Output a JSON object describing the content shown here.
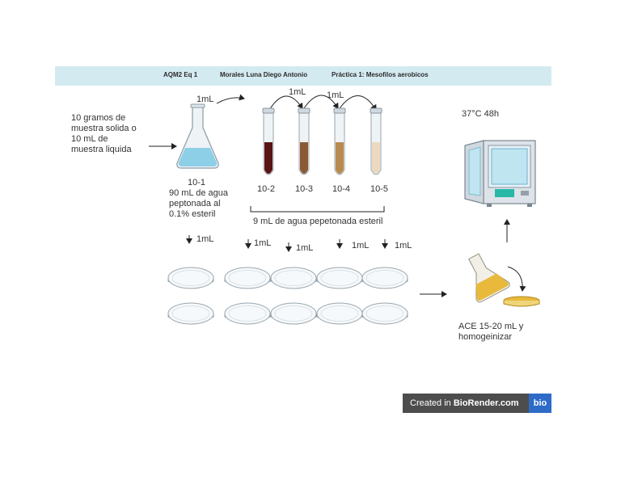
{
  "header": {
    "team": "AQM2 Eq 1",
    "author": "Morales Luna Diego Antonio",
    "practice": "Práctica 1: Mesofilos aerobicos"
  },
  "sample": {
    "line1": "10 gramos de",
    "line2": "muestra solida o",
    "line3": "10 mL de",
    "line4": "muestra liquida"
  },
  "flask": {
    "dilution": "10-1",
    "line1": "90 mL de agua",
    "line2": "peptonada al",
    "line3": "0.1% esteril"
  },
  "transfers": {
    "flask_to_tube": "1mL",
    "tube_2_3": "1mL",
    "tube_3_4": "1mL"
  },
  "tubes": [
    {
      "label": "10-2",
      "color": "#5a1414"
    },
    {
      "label": "10-3",
      "color": "#8b5a35"
    },
    {
      "label": "10-4",
      "color": "#b98a4e"
    },
    {
      "label": "10-5",
      "color": "#ecd9c0"
    }
  ],
  "tube_medium": "9 mL de agua pepetonada esteril",
  "plate_volumes": [
    "1mL",
    "1mL",
    "1mL",
    "1mL",
    "1mL"
  ],
  "incubation": "37°C 48h",
  "agar": {
    "line1": "ACE 15-20 mL  y",
    "line2": "homogeinizar"
  },
  "colors": {
    "header_bg": "#d4eaf1",
    "flask_liquid": "#8ecfe8",
    "incubator_teal": "#28b8a7",
    "agar_yellow": "#e8b93a",
    "badge_blue": "#2d6bc7"
  },
  "badge": {
    "prefix": "Created in",
    "brand": "BioRender.com",
    "logo": "bio"
  }
}
